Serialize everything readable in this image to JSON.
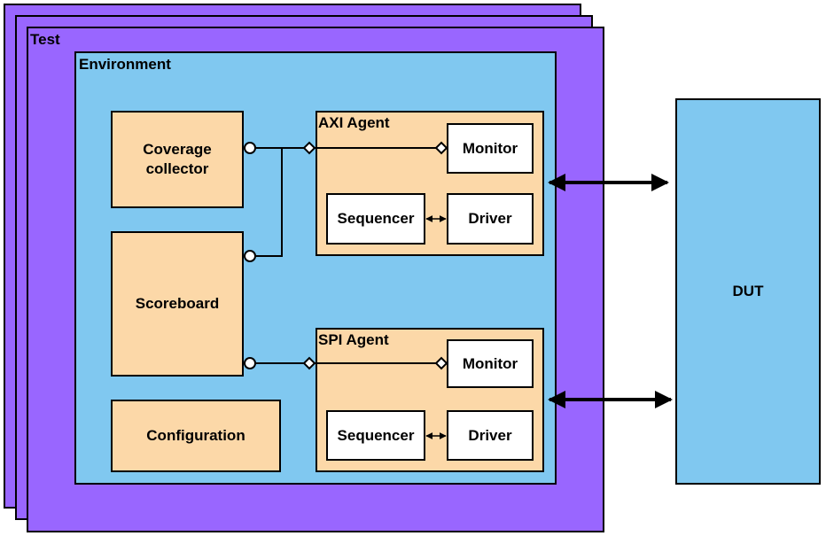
{
  "test": {
    "label": "Test"
  },
  "environment": {
    "label": "Environment"
  },
  "coverage_collector": {
    "label": "Coverage collector"
  },
  "scoreboard": {
    "label": "Scoreboard"
  },
  "configuration": {
    "label": "Configuration"
  },
  "axi_agent": {
    "label": "AXI Agent",
    "monitor": "Monitor",
    "sequencer": "Sequencer",
    "driver": "Driver"
  },
  "spi_agent": {
    "label": "SPI Agent",
    "monitor": "Monitor",
    "sequencer": "Sequencer",
    "driver": "Driver"
  },
  "dut": {
    "label": "DUT"
  },
  "colors": {
    "test": "#9966ff",
    "environment": "#80c8f0",
    "component": "#fcd8a8",
    "subcomponent": "#ffffff",
    "dut": "#80c8f0"
  }
}
